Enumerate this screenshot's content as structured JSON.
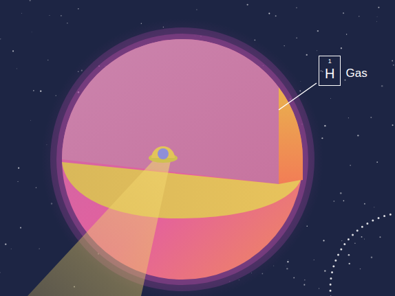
{
  "diagram": {
    "nodes": [
      {
        "text": [
          "1",
          "H",
          "Gas"
        ]
      }
    ]
  }
}
